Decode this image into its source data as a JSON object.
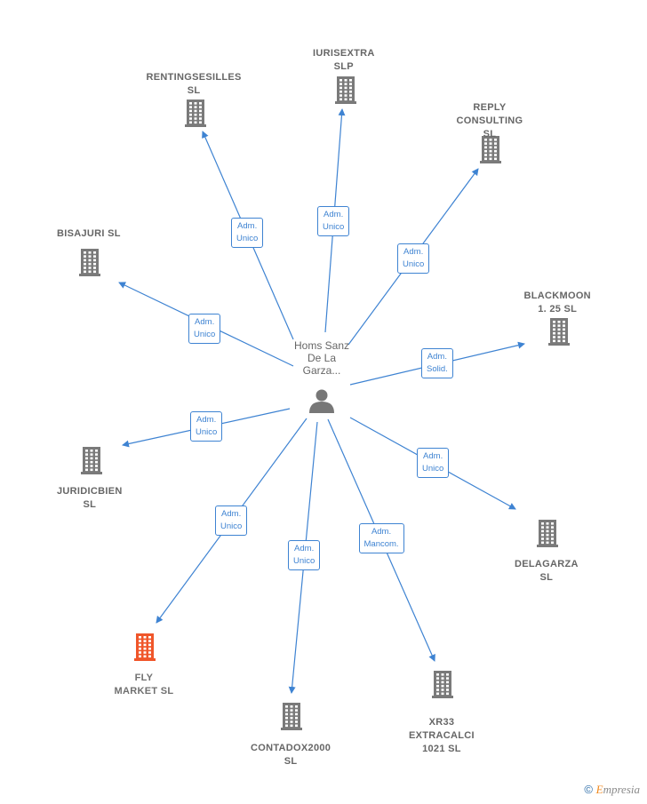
{
  "center": {
    "label": "Homs Sanz\nDe La\nGarza..."
  },
  "nodes": [
    {
      "label": "RENTINGSESILLES\nSL",
      "relation": "Adm.\nUnico",
      "highlight": false
    },
    {
      "label": "IURISEXTRA\nSLP",
      "relation": "Adm.\nUnico",
      "highlight": false
    },
    {
      "label": "REPLY\nCONSULTING\nSL",
      "relation": "Adm.\nUnico",
      "highlight": false
    },
    {
      "label": "BISAJURI  SL",
      "relation": "Adm.\nUnico",
      "highlight": false
    },
    {
      "label": "BLACKMOON\n1. 25  SL",
      "relation": "Adm.\nSolid.",
      "highlight": false
    },
    {
      "label": "JURIDICBIEN\nSL",
      "relation": "Adm.\nUnico",
      "highlight": false
    },
    {
      "label": "DELAGARZA\nSL",
      "relation": "Adm.\nUnico",
      "highlight": false
    },
    {
      "label": "FLY\nMARKET  SL",
      "relation": "Adm.\nUnico",
      "highlight": true
    },
    {
      "label": "CONTADOX2000\nSL",
      "relation": "Adm.\nUnico",
      "highlight": false
    },
    {
      "label": "XR33\nEXTRACALCI\n1021 SL",
      "relation": "Adm.\nMancom.",
      "highlight": false
    }
  ],
  "colors": {
    "edge": "#3e83d2",
    "building": "#7a7a7a",
    "building_highlight": "#f0562a",
    "person": "#777777"
  },
  "footer": {
    "copyright": "©",
    "brand_e": "E",
    "brand_rest": "mpresia"
  }
}
